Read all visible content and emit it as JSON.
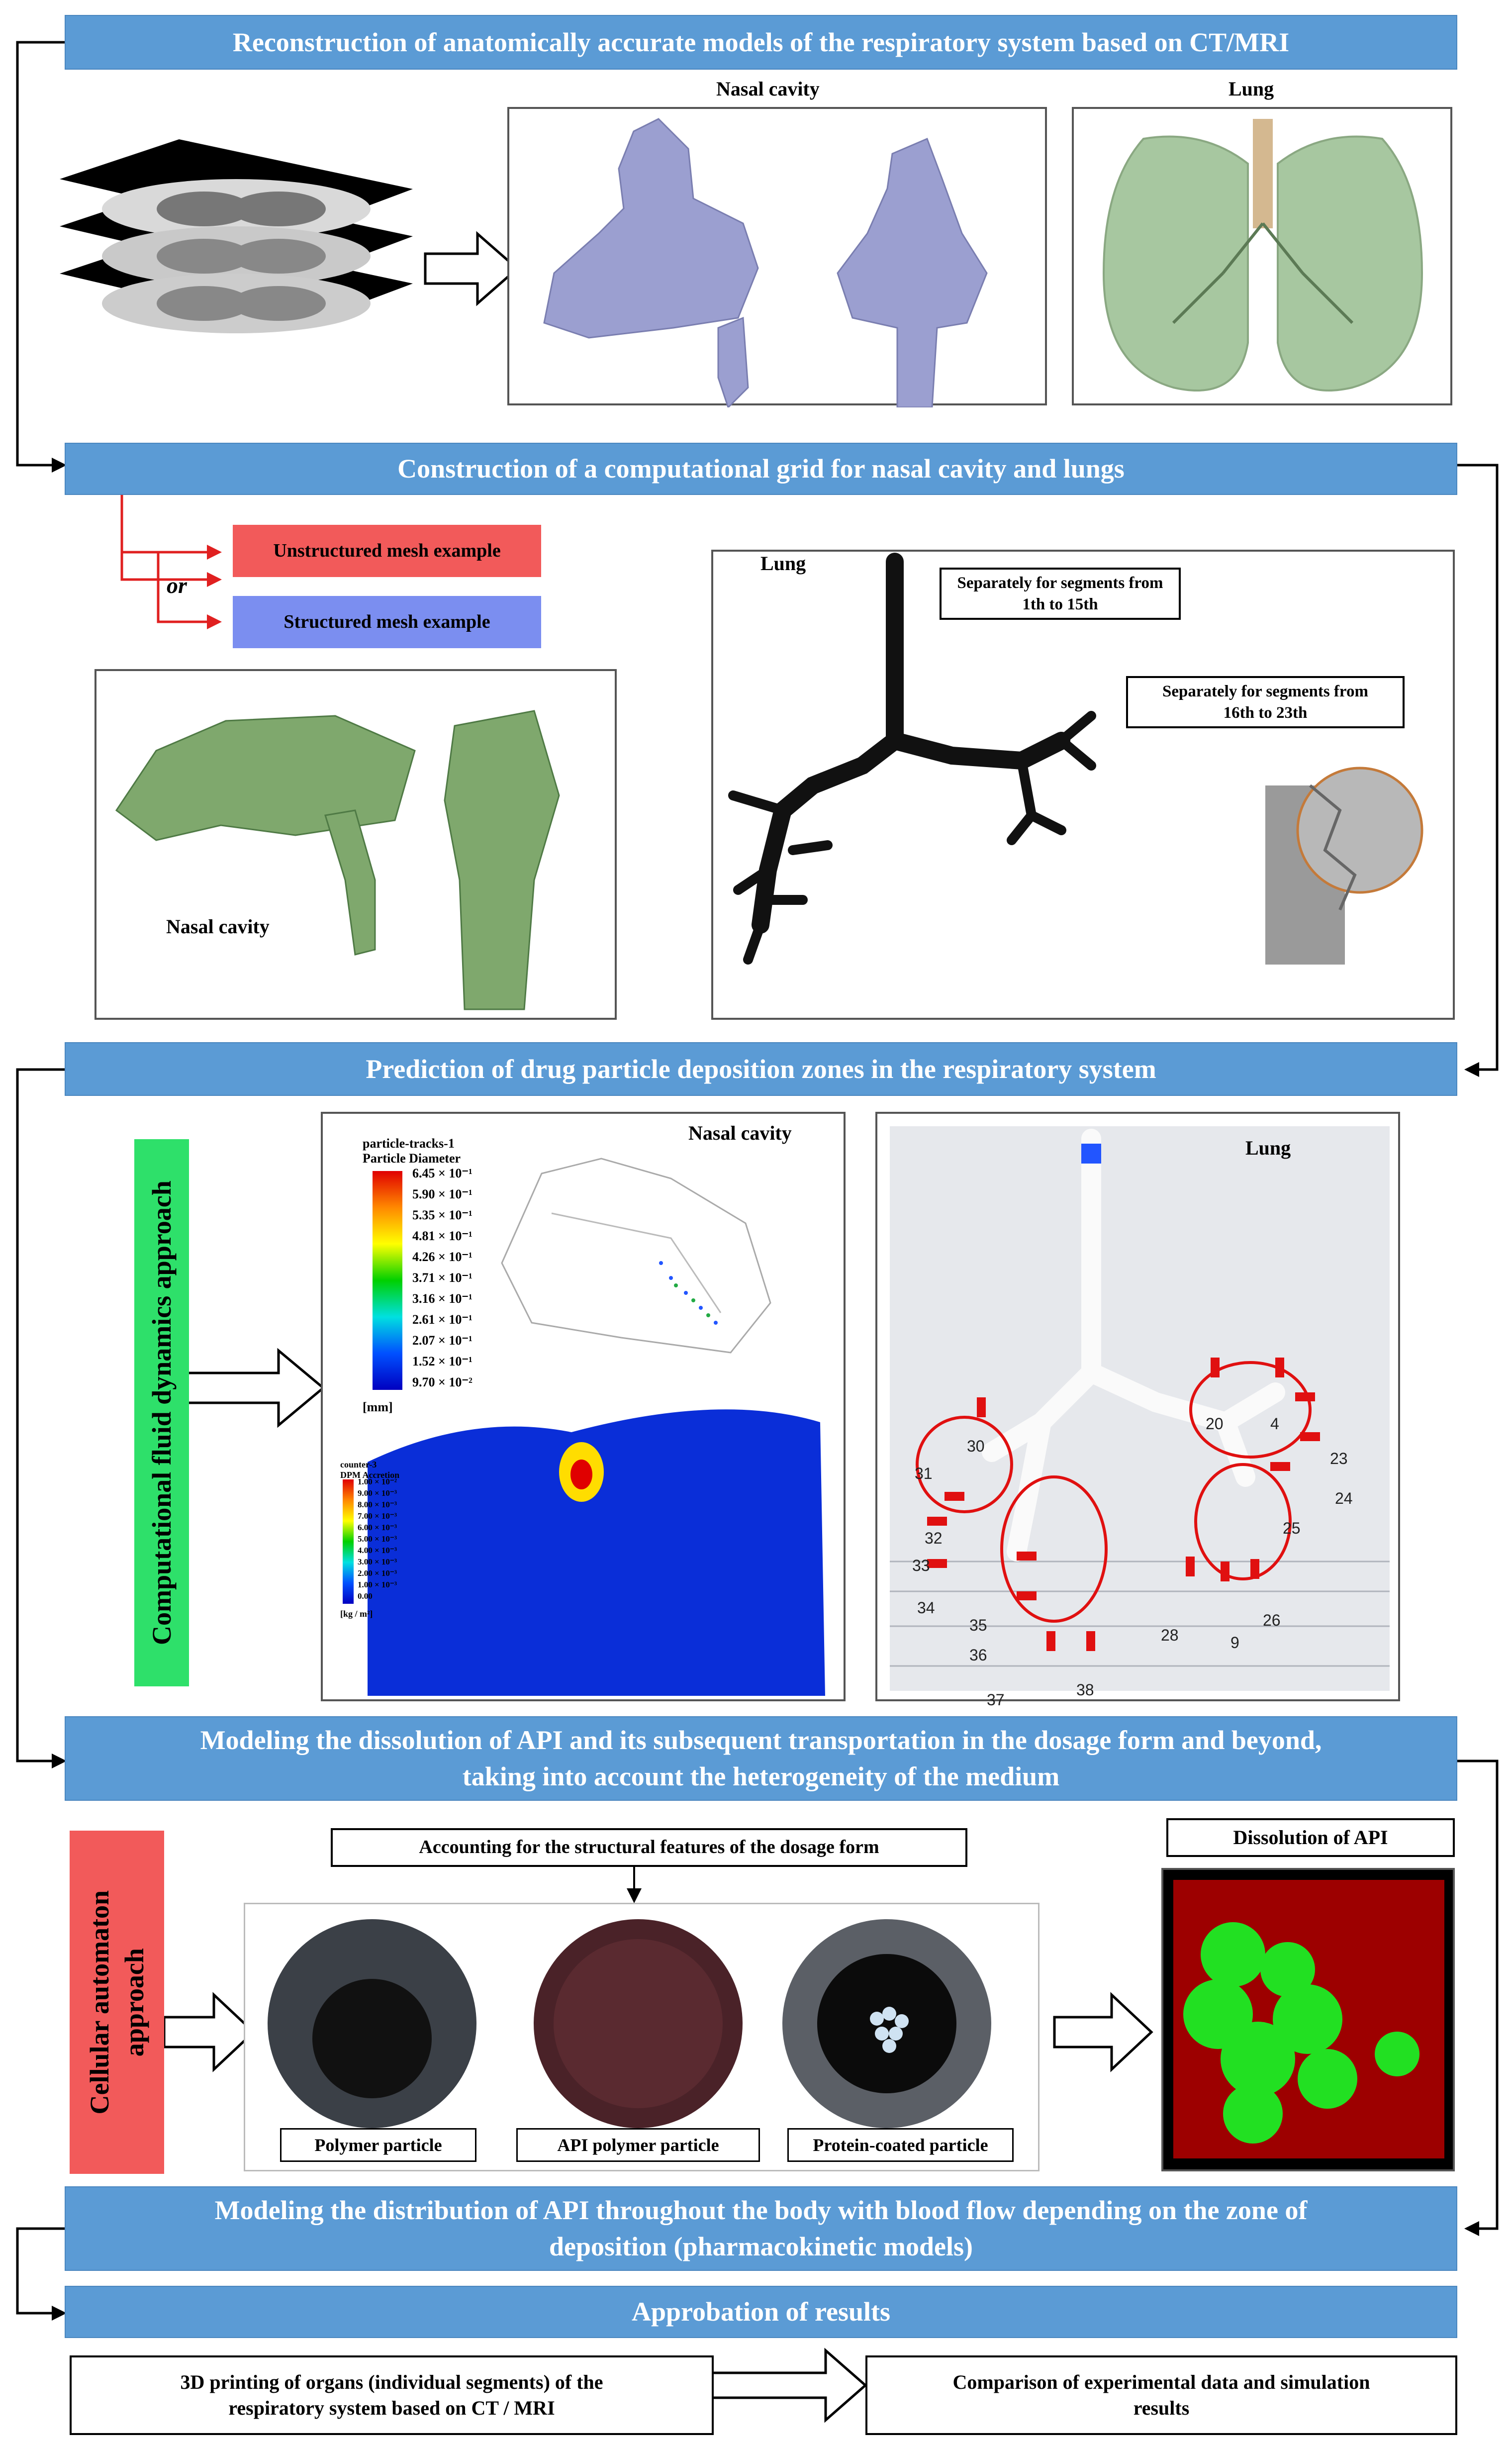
{
  "banners": {
    "b1": "Reconstruction of anatomically accurate models of the respiratory system based on CT/MRI",
    "b2": "Construction of a computational grid for nasal cavity and lungs",
    "b3": "Prediction of drug particle deposition zones in the respiratory system",
    "b4a": "Modeling the dissolution of API and its subsequent transportation in the dosage form and beyond,",
    "b4b": "taking into account the heterogeneity of the medium",
    "b5a": "Modeling the distribution of API throughout the body with blood flow depending on the zone of",
    "b5b": "deposition (pharmacokinetic models)",
    "b6": "Approbation of results"
  },
  "section1": {
    "nasal_title": "Nasal cavity",
    "lung_title": "Lung"
  },
  "section2": {
    "unstructured": "Unstructured mesh example",
    "structured": "Structured mesh example",
    "or": "or",
    "nasal_label": "Nasal cavity",
    "lung_label": "Lung",
    "callout1_a": "Separately for segments from",
    "callout1_b": "1th to 15th",
    "callout2_a": "Separately for segments from",
    "callout2_b": "16th to 23th"
  },
  "section3": {
    "cfd_label": "Computational fluid dynamics approach",
    "nasal_title": "Nasal cavity",
    "lung_title": "Lung",
    "legend_title_1": "particle-tracks-1",
    "legend_title_2": "Particle Diameter",
    "legend_values": [
      "6.45 × 10⁻¹",
      "5.90 × 10⁻¹",
      "5.35 × 10⁻¹",
      "4.81 × 10⁻¹",
      "4.26 × 10⁻¹",
      "3.71 × 10⁻¹",
      "3.16 × 10⁻¹",
      "2.61 × 10⁻¹",
      "2.07 × 10⁻¹",
      "1.52 × 10⁻¹",
      "9.70 × 10⁻²"
    ],
    "legend_unit": "[mm]",
    "legend2_title_1": "counter-3",
    "legend2_title_2": "DPM Accretion",
    "legend2_values": [
      "1.00 × 10⁻²",
      "9.00 × 10⁻³",
      "8.00 × 10⁻³",
      "7.00 × 10⁻³",
      "6.00 × 10⁻³",
      "5.00 × 10⁻³",
      "4.00 × 10⁻³",
      "3.00 × 10⁻³",
      "2.00 × 10⁻³",
      "1.00 × 10⁻³",
      "0.00"
    ],
    "legend2_unit": "[kg / m²]",
    "lung_numbers": [
      "20",
      "4",
      "23",
      "24",
      "25",
      "26",
      "9",
      "28",
      "30",
      "31",
      "32",
      "33",
      "34",
      "35",
      "36",
      "37",
      "38"
    ]
  },
  "section4": {
    "ca_label_1": "Cellular automaton",
    "ca_label_2": "approach",
    "accounting": "Accounting for the structural features of the dosage form",
    "polymer": "Polymer particle",
    "api_polymer": "API polymer particle",
    "protein": "Protein-coated particle",
    "dissolution": "Dissolution of API"
  },
  "section6": {
    "printing_a": "3D printing of organs (individual segments) of the",
    "printing_b": "respiratory system based on CT / MRI",
    "comparison_a": "Comparison of experimental data and simulation",
    "comparison_b": "results"
  },
  "colors": {
    "banner": "#5b9bd5",
    "red_box": "#f25a5a",
    "blue_box": "#7b8ef0",
    "green_box": "#2ee06a",
    "connector_red": "#e02020"
  }
}
